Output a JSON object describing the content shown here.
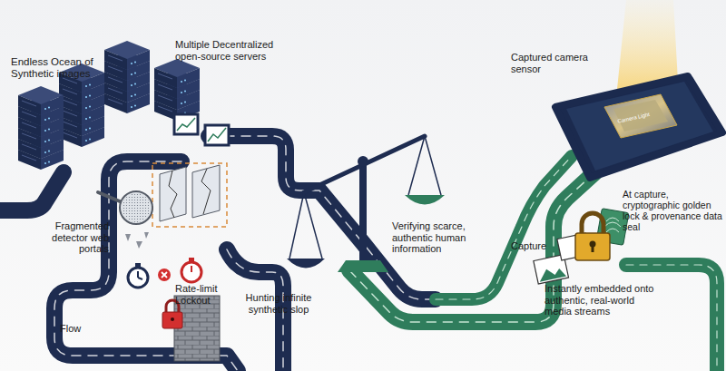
{
  "diagram": {
    "labels": [
      "Endless Ocean of Synthetic images",
      "Multiple Decentralized open-source servers",
      "Fragmented detector web portals",
      "Rate-limit Lockout",
      "Flow",
      "Hunting infinite synthetic slop",
      "Verifying scarce, authentic human information",
      "Captured camera sensor",
      "Camera Light",
      "At capture, cryptographic golden lock & provenance data seal",
      "Capture",
      "Instantly embedded onto authentic, real-world media streams"
    ]
  }
}
